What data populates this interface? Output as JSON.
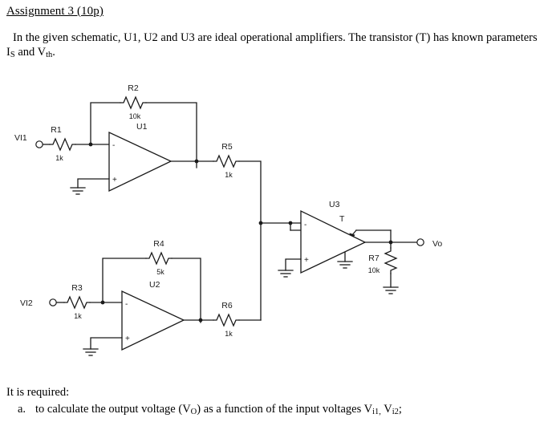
{
  "document": {
    "assignment_title": "Assignment 3 (10p)",
    "intro_paragraph_part1": "In the given schematic, U1, U2 and U3 are ideal operational amplifiers. The transistor (T) has known parameters I",
    "intro_sub1": "S",
    "intro_paragraph_part2": " and V",
    "intro_sub2": "th",
    "intro_paragraph_part3": ".",
    "required_heading": "It is required:",
    "task_a_marker": "a.",
    "task_a_part1": "to calculate the output voltage (V",
    "task_a_sub1": "O",
    "task_a_part2": ") as a function of the input voltages V",
    "task_a_sub2": "i1,",
    "task_a_part3": " V",
    "task_a_sub3": "i2",
    "task_a_part4": ";"
  },
  "schematic": {
    "ports": [
      {
        "id": "vi1",
        "label": "VI1"
      },
      {
        "id": "vi2",
        "label": "VI2"
      },
      {
        "id": "vo",
        "label": "Vo"
      }
    ],
    "opamps": [
      {
        "id": "u1",
        "label": "U1",
        "inverting_pin": "-",
        "noninverting_pin": "+"
      },
      {
        "id": "u2",
        "label": "U2",
        "inverting_pin": "-",
        "noninverting_pin": "+"
      },
      {
        "id": "u3",
        "label": "U3",
        "inverting_pin": "-",
        "noninverting_pin": "+"
      }
    ],
    "transistor": {
      "id": "t",
      "label": "T"
    },
    "resistors": [
      {
        "id": "r1",
        "ref": "R1",
        "value": "1k"
      },
      {
        "id": "r2",
        "ref": "R2",
        "value": "10k"
      },
      {
        "id": "r3",
        "ref": "R3",
        "value": "1k"
      },
      {
        "id": "r4",
        "ref": "R4",
        "value": "5k"
      },
      {
        "id": "r5",
        "ref": "R5",
        "value": "1k"
      },
      {
        "id": "r6",
        "ref": "R6",
        "value": "1k"
      },
      {
        "id": "r7",
        "ref": "R7",
        "value": "10k"
      }
    ],
    "colors": {
      "wire": "#1a1a1a",
      "background": "#ffffff",
      "text": "#1a1a1a"
    }
  }
}
